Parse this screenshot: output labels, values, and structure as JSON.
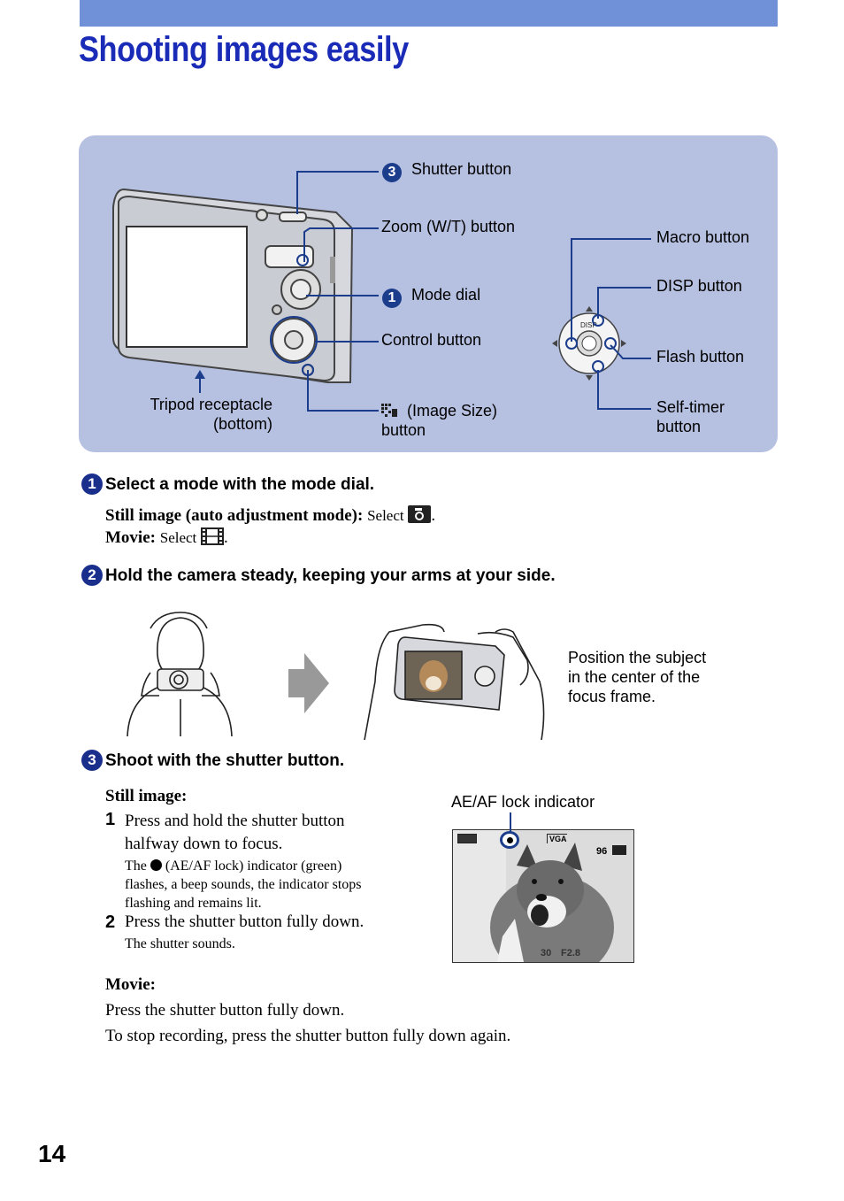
{
  "page": {
    "title": "Shooting images easily",
    "page_number": "14"
  },
  "diagram": {
    "shutter_num": "3",
    "shutter_label": "Shutter button",
    "zoom_label": "Zoom (W/T) button",
    "mode_num": "1",
    "mode_label": "Mode dial",
    "control_label": "Control button",
    "image_size_label_line1": "(Image Size)",
    "image_size_label_line2": "button",
    "tripod_line1": "Tripod receptacle",
    "tripod_line2": "(bottom)",
    "macro_label": "Macro button",
    "disp_label": "DISP button",
    "flash_label": "Flash button",
    "selftimer_line1": "Self-timer",
    "selftimer_line2": "button",
    "disp_text": "DISP"
  },
  "step1": {
    "num": "1",
    "title": "Select a mode with the mode dial.",
    "still_bold": "Still image (auto adjustment mode):",
    "still_text": "Select",
    "movie_bold": "Movie:",
    "movie_text": "Select"
  },
  "step2": {
    "num": "2",
    "title": "Hold the camera steady, keeping your arms at your side.",
    "caption_line1": "Position the subject",
    "caption_line2": "in the center of the",
    "caption_line3": "focus frame."
  },
  "step3": {
    "num": "3",
    "title": "Shoot with the shutter button.",
    "still_heading": "Still image:",
    "item1_num": "1",
    "item1_line1": "Press and hold the shutter button",
    "item1_line2": "halfway down to focus.",
    "item1_note_pre": "The",
    "item1_note_post": "(AE/AF lock) indicator (green)",
    "item1_note_line2": "flashes, a beep sounds, the indicator stops",
    "item1_note_line3": "flashing and remains lit.",
    "item2_num": "2",
    "item2_text": "Press the shutter button fully down.",
    "item2_note": "The shutter sounds.",
    "aeaf_label": "AE/AF lock indicator",
    "lcd_count": "96",
    "lcd_vga": "VGA",
    "lcd_shutter": "30",
    "lcd_aperture": "F2.8",
    "movie_heading": "Movie:",
    "movie_line1": "Press the shutter button fully down.",
    "movie_line2": "To stop recording, press the shutter button fully down again."
  }
}
